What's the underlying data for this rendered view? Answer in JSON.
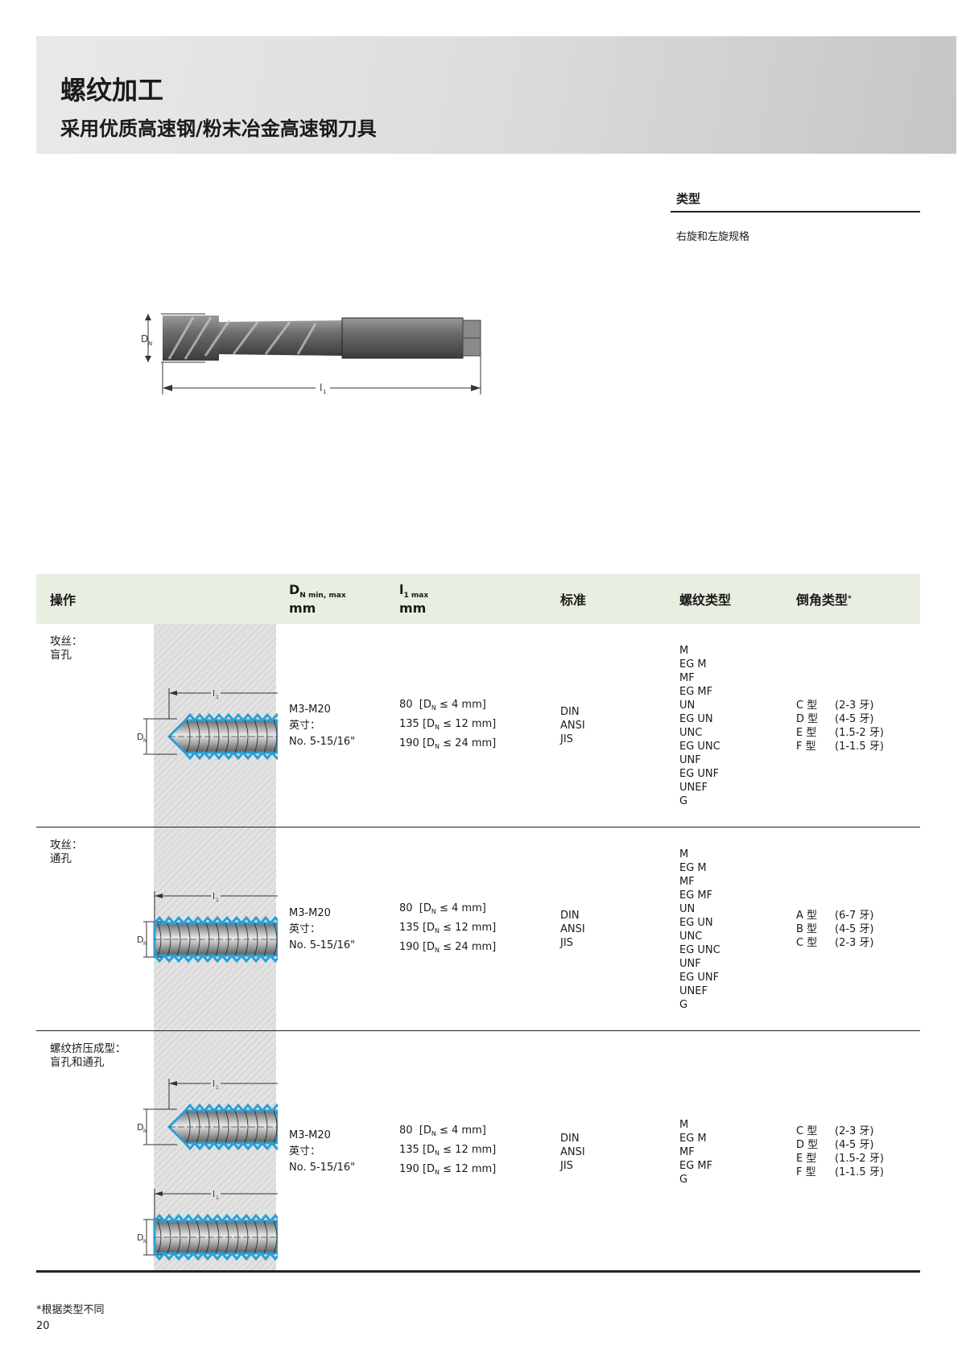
{
  "header": {
    "title": "螺纹加工",
    "subtitle": "采用优质高速钢/粉末冶金高速钢刀具"
  },
  "type_box": {
    "heading": "类型",
    "value": "右旋和左旋规格"
  },
  "tool_drawing": {
    "dn_label": "D",
    "dn_sub": "N",
    "l1_label": "l",
    "l1_sub": "1"
  },
  "table": {
    "headers": {
      "operation": "操作",
      "dn": "D",
      "dn_sub": "N min, max",
      "dn_unit": "mm",
      "l1": "l",
      "l1_sub": "1 max",
      "l1_unit": "mm",
      "standard": "标准",
      "thread_type": "螺纹类型",
      "chamfer": "倒角类型",
      "chamfer_mark": "*"
    },
    "rows": [
      {
        "operation": [
          "攻丝：",
          "盲孔"
        ],
        "dn": [
          "M3-M20",
          "英寸：",
          "No. 5-15/16\""
        ],
        "l1": [
          {
            "v": "80  [D",
            "s": "N",
            "r": " ≤ 4 mm]"
          },
          {
            "v": "135 [D",
            "s": "N",
            "r": " ≤ 12 mm]"
          },
          {
            "v": "190 [D",
            "s": "N",
            "r": " ≤ 24 mm]"
          }
        ],
        "standard": [
          "DIN",
          "ANSI",
          "JIS"
        ],
        "thread_types": [
          "M",
          "EG M",
          "MF",
          "EG MF",
          "UN",
          "EG UN",
          "UNC",
          "EG UNC",
          "UNF",
          "EG UNF",
          "UNEF",
          "G"
        ],
        "chamfer": [
          [
            "C 型",
            "(2-3 牙)"
          ],
          [
            "D 型",
            "(4-5 牙)"
          ],
          [
            "E 型",
            "(1.5-2 牙)"
          ],
          [
            "F 型",
            "(1-1.5 牙)"
          ]
        ]
      },
      {
        "operation": [
          "攻丝：",
          "通孔"
        ],
        "dn": [
          "M3-M20",
          "英寸：",
          "No. 5-15/16\""
        ],
        "l1": [
          {
            "v": "80  [D",
            "s": "N",
            "r": " ≤ 4 mm]"
          },
          {
            "v": "135 [D",
            "s": "N",
            "r": " ≤ 12 mm]"
          },
          {
            "v": "190 [D",
            "s": "N",
            "r": " ≤ 24 mm]"
          }
        ],
        "standard": [
          "DIN",
          "ANSI",
          "JIS"
        ],
        "thread_types": [
          "M",
          "EG M",
          "MF",
          "EG MF",
          "UN",
          "EG UN",
          "UNC",
          "EG UNC",
          "UNF",
          "EG UNF",
          "UNEF",
          "G"
        ],
        "chamfer": [
          [
            "A 型",
            "(6-7 牙)"
          ],
          [
            "B 型",
            "(4-5 牙)"
          ],
          [
            "C 型",
            "(2-3 牙)"
          ]
        ]
      },
      {
        "operation": [
          "螺纹挤压成型：",
          "盲孔和通孔"
        ],
        "dn": [
          "M3-M20",
          "英寸：",
          "No. 5-15/16\""
        ],
        "l1": [
          {
            "v": "80  [D",
            "s": "N",
            "r": " ≤ 4 mm]"
          },
          {
            "v": "135 [D",
            "s": "N",
            "r": " ≤ 12 mm]"
          },
          {
            "v": "190 [D",
            "s": "N",
            "r": " ≤ 12 mm]"
          }
        ],
        "standard": [
          "DIN",
          "ANSI",
          "JIS"
        ],
        "thread_types": [
          "M",
          "EG M",
          "MF",
          "EG MF",
          "G"
        ],
        "chamfer": [
          [
            "C 型",
            "(2-3 牙)"
          ],
          [
            "D 型",
            "(4-5 牙)"
          ],
          [
            "E 型",
            "(1.5-2 牙)"
          ],
          [
            "F 型",
            "(1-1.5 牙)"
          ]
        ]
      }
    ]
  },
  "footnote": "*根据类型不同",
  "page_number": "20",
  "colors": {
    "header_band": "#d9d9d9",
    "table_header": "#e8eee0",
    "thread_blue": "#2a9fd6",
    "hatch": "#dcdcdc"
  }
}
